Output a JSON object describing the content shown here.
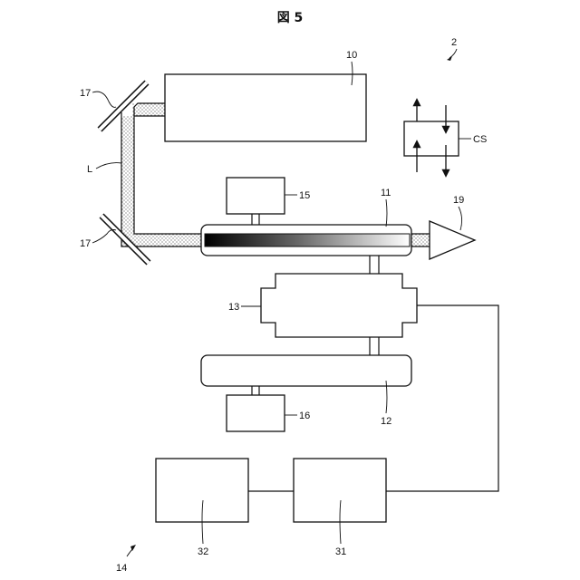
{
  "figure": {
    "title": "図 5",
    "labels": {
      "laser": "10",
      "tube": "11",
      "power": "12",
      "unit13": "13",
      "system": "14",
      "box15": "15",
      "box16": "16",
      "mirror_top": "17",
      "mirror_bottom": "17",
      "output": "19",
      "device": "2",
      "beam": "L",
      "cs": "CS",
      "box31": "31",
      "box32": "32"
    }
  }
}
